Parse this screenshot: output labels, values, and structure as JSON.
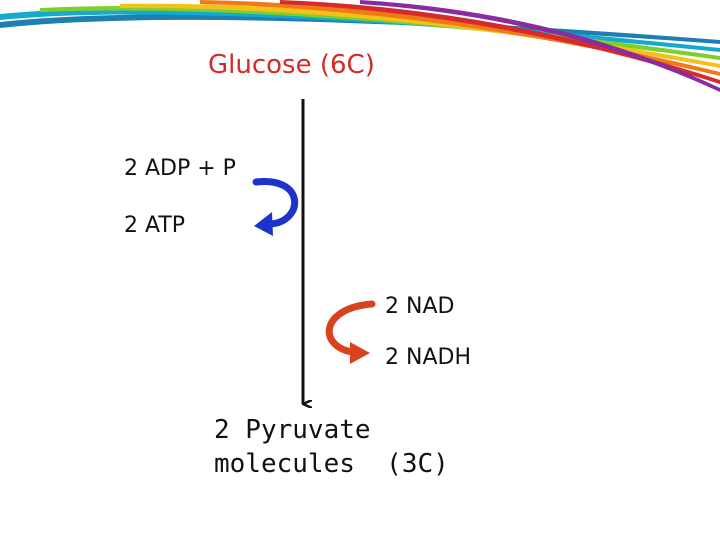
{
  "colors": {
    "title_red": "#d42a2a",
    "text": "#111111",
    "atp_arrow_blue": "#1d33cc",
    "nad_arrow_red": "#d8431d",
    "main_arrow": "#111111",
    "swoosh_colors": [
      "#1f7fb0",
      "#16a9cf",
      "#7fcf2a",
      "#f2c21b",
      "#ef7a17",
      "#d62b2b",
      "#8a2ca0"
    ]
  },
  "diagram": {
    "start": "Glucose (6C)",
    "investment_in": "2 ADP + P",
    "investment_out": "2 ATP",
    "carrier_in": "2 NAD",
    "carrier_out": "2 NADH",
    "product_line1": "2 Pyruvate",
    "product_line2": "molecules  (3C)"
  },
  "icons": [
    "atp-curved-arrow-icon",
    "nad-curved-arrow-icon",
    "down-arrow-icon"
  ]
}
